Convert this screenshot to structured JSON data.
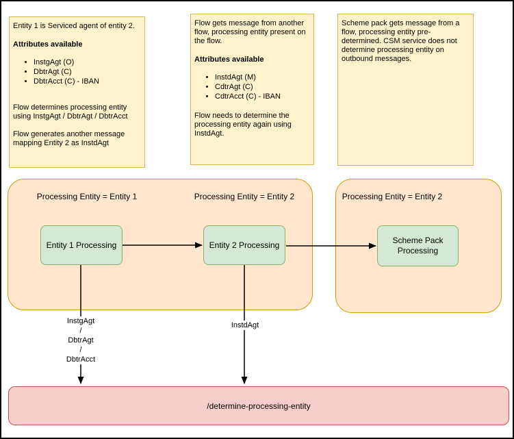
{
  "diagram": {
    "notes": [
      {
        "intro": "Entity 1 is Serviced agent of entity 2.",
        "heading": "Attributes available",
        "bullets": [
          "InstgAgt (O)",
          "DbtrAgt (C)",
          "DbtrAcct (C) - IBAN"
        ],
        "paragraphs": [
          "Flow determines processing entity using InstgAgt / DbtrAgt / DbtrAcct",
          "Flow generates another message mapping Entity 2 as InstdAgt"
        ]
      },
      {
        "intro": "Flow gets message from another flow, processing entity present on the flow.",
        "heading": "Attributes available",
        "bullets": [
          "InstdAgt (M)",
          "CdtrAgt (C)",
          "CdtrAcct (C) - IBAN"
        ],
        "paragraphs": [
          "Flow needs to determine the processing entity again using InstdAgt."
        ]
      },
      {
        "intro": "Scheme pack gets message from a flow, processing entity pre-determined. CSM service does not determine processing entity on outbound messages."
      }
    ],
    "container_labels": [
      "Processing Entity = Entity 1",
      "Processing Entity = Entity 2",
      "Processing Entity = Entity 2"
    ],
    "process_boxes": [
      "Entity 1 Processing",
      "Entity 2 Processing",
      "Scheme Pack Processing"
    ],
    "edge_labels": {
      "left_lines": [
        "InstgAgt",
        "/",
        "DbtrAgt",
        "/",
        "DbtrAcct"
      ],
      "right": "InstdAgt"
    },
    "endpoint_label": "/determine-processing-entity",
    "colors": {
      "note_fill": "#fff2cc",
      "note_border": "#d6b656",
      "container_fill": "#ffe6cc",
      "container_border": "#d79b00",
      "process_fill": "#d5e8d4",
      "process_border": "#82b366",
      "endpoint_fill": "#f8cecc",
      "endpoint_border": "#b85450",
      "connector": "#000000"
    }
  }
}
